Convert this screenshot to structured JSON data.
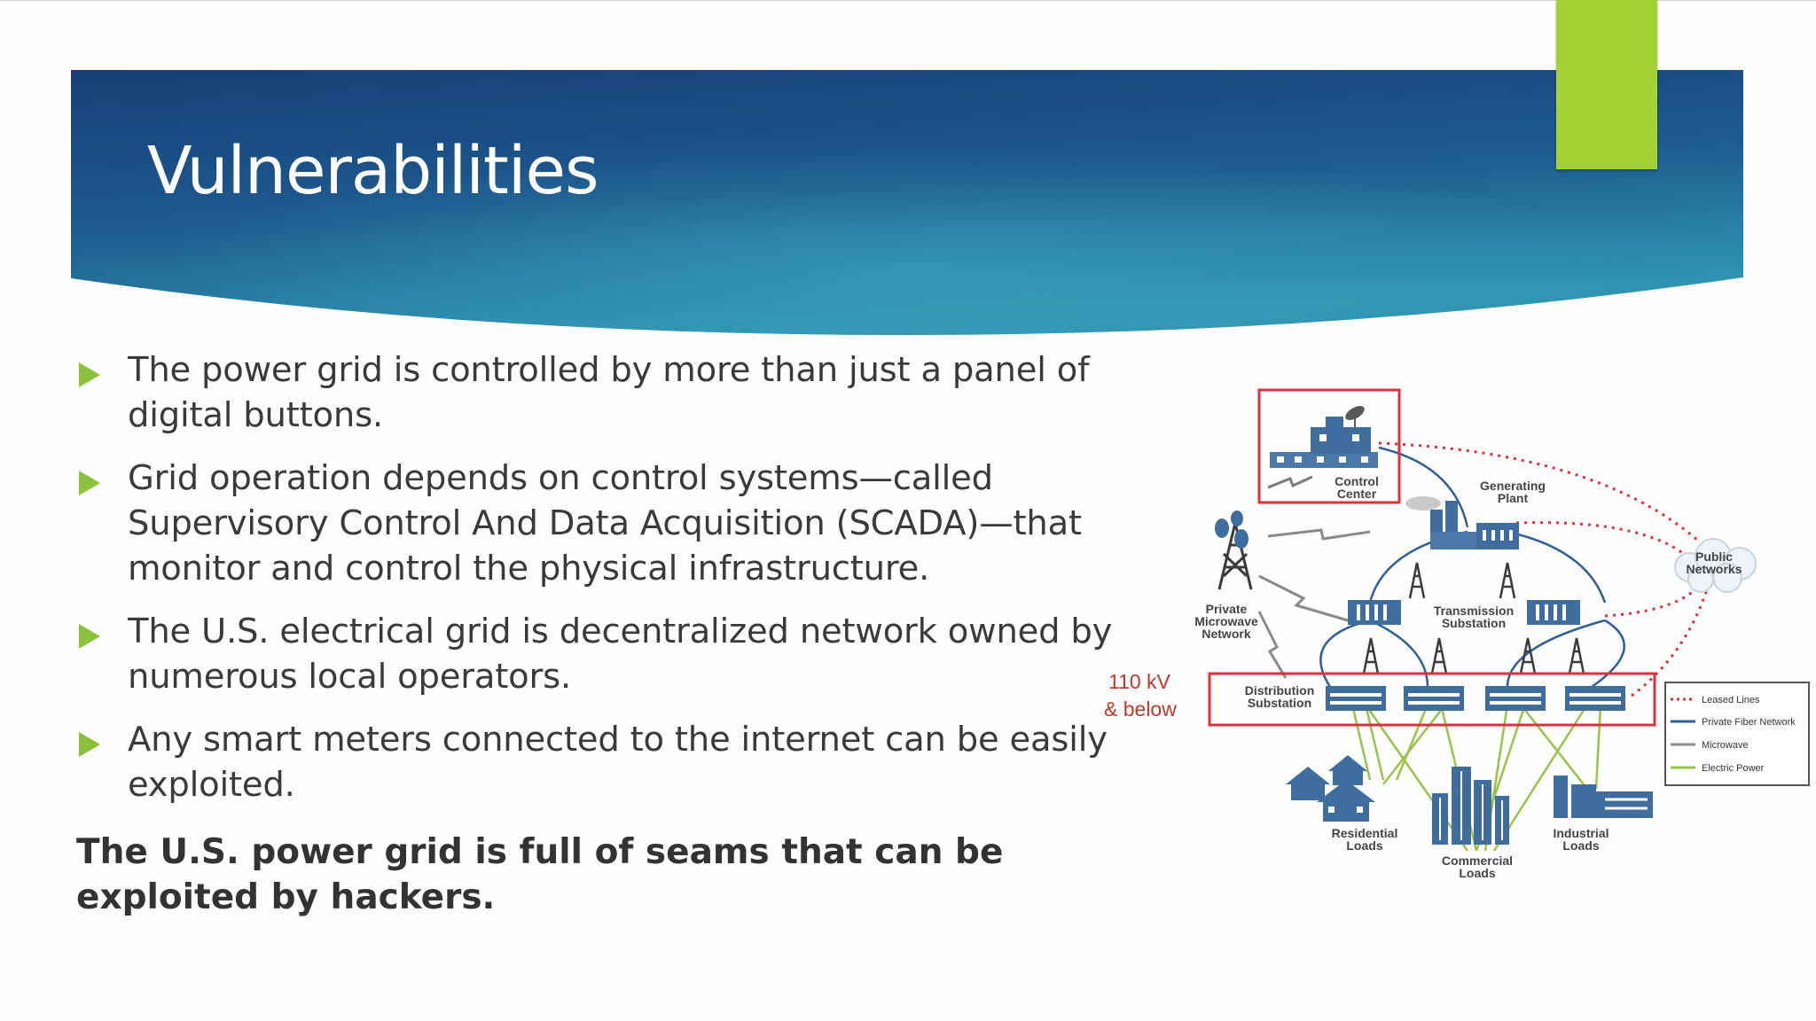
{
  "slide": {
    "title": "Vulnerabilities",
    "bullets": [
      "The power grid is controlled by more than just a panel of digital buttons.",
      "Grid operation depends on control systems—called Supervisory Control And Data Acquisition (SCADA)—that monitor and control the physical infrastructure.",
      " The U.S. electrical grid is decentralized network owned by numerous local operators.",
      "Any smart meters connected to the internet can be easily exploited."
    ],
    "conclusion": "The U.S. power grid is full of seams that can be exploited by hackers."
  },
  "colors": {
    "banner_dark": "#173e77",
    "banner_teal": "#2f94b0",
    "accent_green": "#a4d133",
    "bullet_green": "#8cc13c",
    "body_text": "#3a3a3a",
    "diagram_red": "#d9313d",
    "diagram_blue": "#2f5f93",
    "diagram_green": "#9bc24a"
  },
  "diagram": {
    "control_center": [
      "Control",
      "Center"
    ],
    "generating_plant": [
      "Generating",
      "Plant"
    ],
    "public_networks": [
      "Public",
      "Networks"
    ],
    "private_microwave": [
      "Private",
      "Microwave",
      "Network"
    ],
    "transmission_substation": [
      "Transmission",
      "Substation"
    ],
    "distribution_substation": [
      "Distribution",
      "Substation"
    ],
    "voltage": [
      "110 kV",
      "& below"
    ],
    "residential_loads": [
      "Residential",
      "Loads"
    ],
    "commercial_loads": [
      "Commercial",
      "Loads"
    ],
    "industrial_loads": [
      "Industrial",
      "Loads"
    ],
    "legend": [
      "Leased Lines",
      "Private Fiber Network",
      "Microwave",
      "Electric Power"
    ]
  }
}
